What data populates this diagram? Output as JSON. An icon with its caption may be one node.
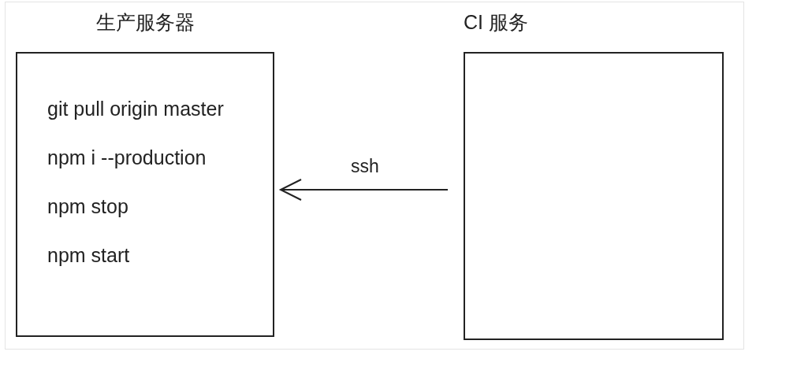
{
  "diagram": {
    "nodes": [
      {
        "text": [
          "生产服务器",
          "git pull origin master",
          "npm i --production",
          "npm stop",
          "npm start"
        ]
      },
      {
        "text": [
          "CI 服务"
        ]
      }
    ],
    "edges": [
      {
        "from": 1,
        "to": 0,
        "arrow": "to",
        "label": "ssh"
      }
    ]
  }
}
